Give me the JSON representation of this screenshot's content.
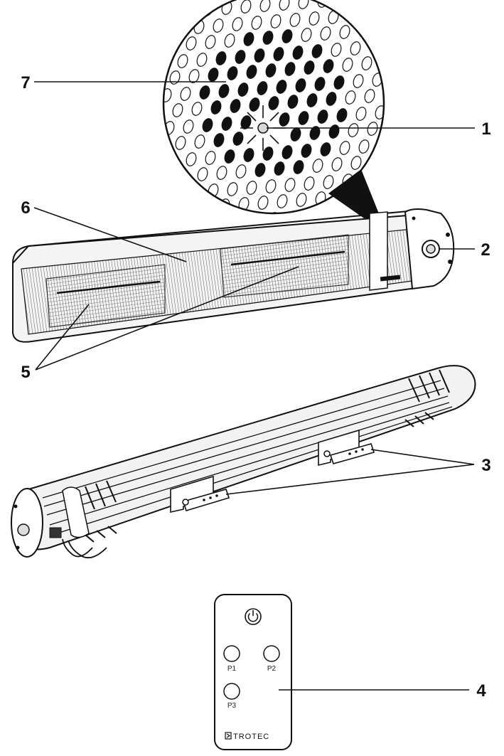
{
  "callouts": {
    "c1": "1",
    "c2": "2",
    "c3": "3",
    "c4": "4",
    "c5": "5",
    "c6": "6",
    "c7": "7"
  },
  "remote": {
    "power_icon": "power-icon",
    "p1": "P1",
    "p2": "P2",
    "p3": "P3",
    "brand": "TROTEC",
    "brand_logo_icon": "trotec-logo-icon"
  }
}
